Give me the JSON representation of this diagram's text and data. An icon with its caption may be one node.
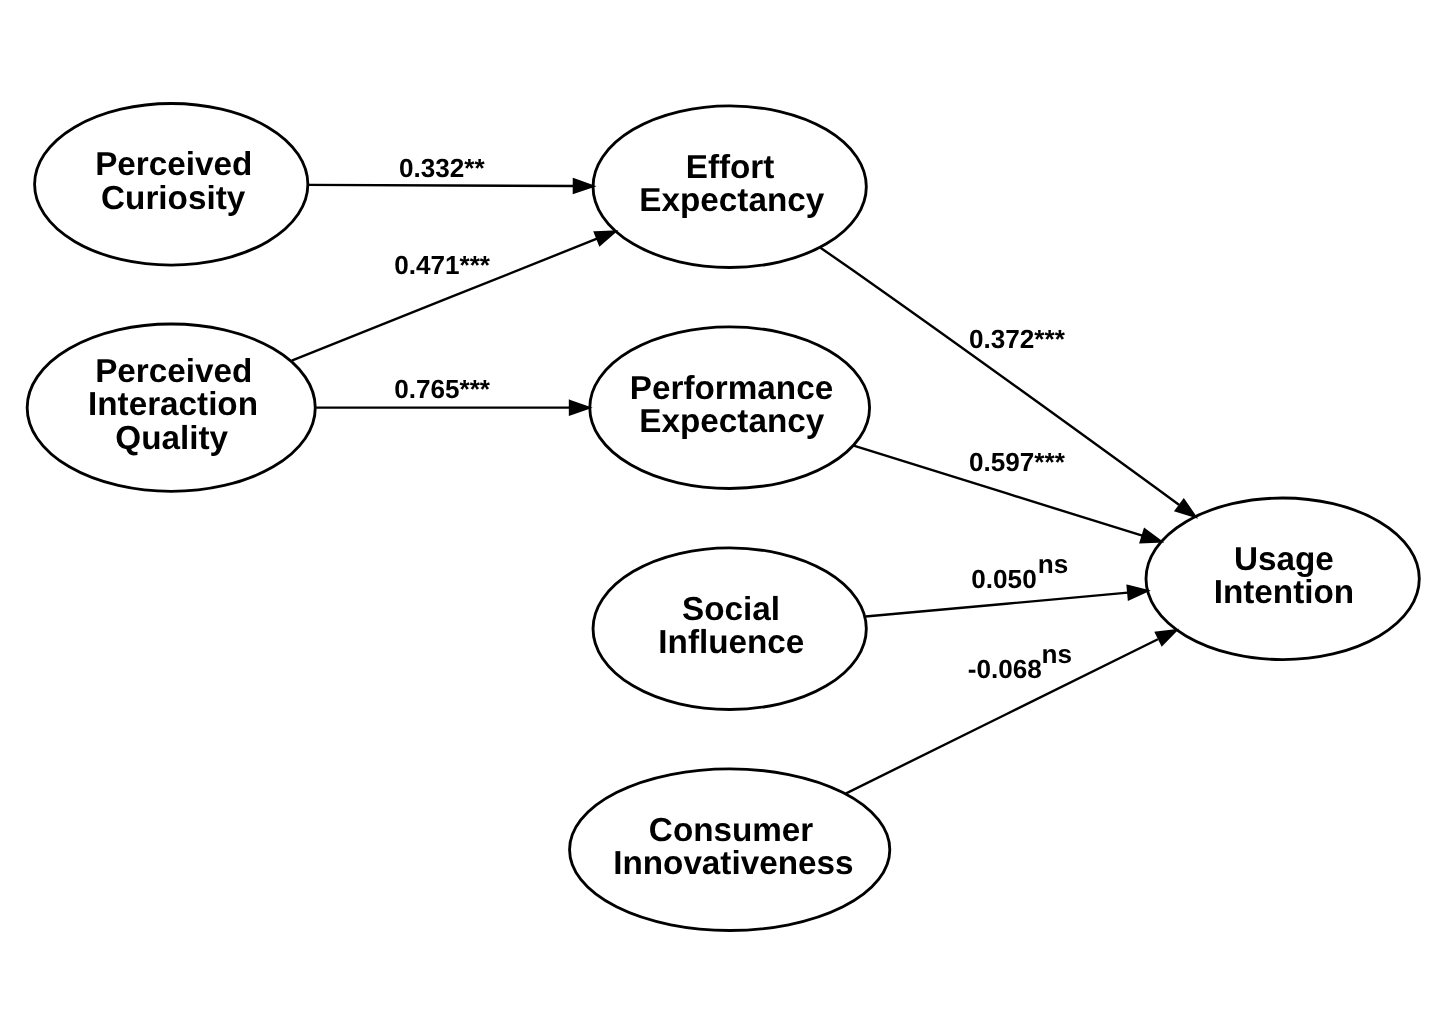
{
  "diagram": {
    "nodes": [
      {
        "text": [
          "Perceived Curiosity"
        ]
      },
      {
        "text": [
          "Effort Expectancy"
        ]
      },
      {
        "text": [
          "Perceived Interaction Quality"
        ]
      },
      {
        "text": [
          "Performance Expectancy"
        ]
      },
      {
        "text": [
          "Usage Intention"
        ]
      },
      {
        "text": [
          "Social Influence"
        ]
      },
      {
        "text": [
          "Consumer Innovativeness"
        ]
      }
    ],
    "edges": [
      {
        "from": 0,
        "to": 1,
        "arrow": "to",
        "label": "0.332**"
      },
      {
        "from": 2,
        "to": 1,
        "arrow": "to",
        "label": "0.471***"
      },
      {
        "from": 2,
        "to": 3,
        "arrow": "to",
        "label": "0.765***"
      },
      {
        "from": 1,
        "to": 4,
        "arrow": "to",
        "label": "0.372***"
      },
      {
        "from": 3,
        "to": 4,
        "arrow": "to",
        "label": "0.597***"
      },
      {
        "from": 5,
        "to": 4,
        "arrow": "to",
        "label": "0.050$^{ns}$"
      },
      {
        "from": 6,
        "to": 4,
        "arrow": "to",
        "label": "-0.068$^{ns}$"
      }
    ]
  }
}
